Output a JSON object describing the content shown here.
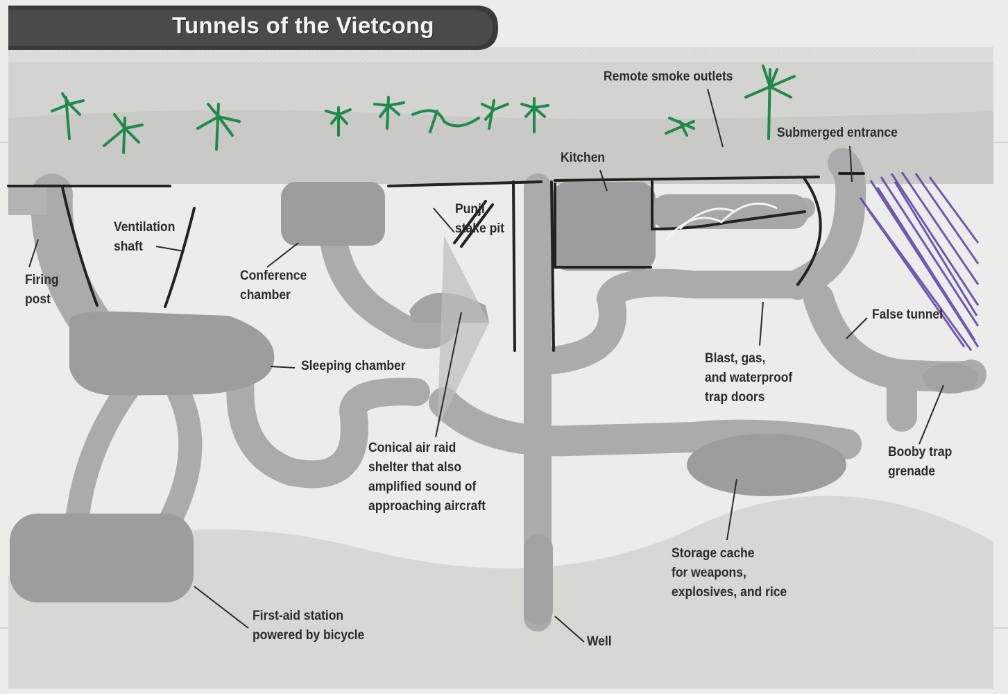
{
  "title": "Tunnels of the Vietcong",
  "labels": {
    "remote_smoke_outlets": "Remote smoke outlets",
    "submerged_entrance": "Submerged entrance",
    "kitchen": "Kitchen",
    "punji_stake_pit": [
      "Punji",
      "stake pit"
    ],
    "ventilation_shaft": [
      "Ventilation",
      "shaft"
    ],
    "firing_post": [
      "Firing",
      "post"
    ],
    "conference_chamber": [
      "Conference",
      "chamber"
    ],
    "sleeping_chamber": "Sleeping chamber",
    "false_tunnel": "False tunnel",
    "trap_doors": [
      "Blast, gas,",
      "and waterproof",
      "trap doors"
    ],
    "booby_trap_grenade": [
      "Booby trap",
      "grenade"
    ],
    "air_raid_shelter": [
      "Conical air raid",
      "shelter that also",
      "amplified sound of",
      "approaching aircraft"
    ],
    "storage_cache": [
      "Storage cache",
      "for weapons,",
      "explosives, and rice"
    ],
    "first_aid_station": [
      "First-aid station",
      "powered by bicycle"
    ],
    "well": "Well"
  },
  "colors": {
    "tunnel": "#ababab",
    "chamber": "#9d9d9d",
    "ground": "#e9e9e6",
    "sky": "#d2d2cf",
    "title_banner": "#3a3a3a",
    "tree_ink": "#1f8a4a",
    "water_ink": "#5b3fa6",
    "leader_line": "#2a2a2a"
  }
}
